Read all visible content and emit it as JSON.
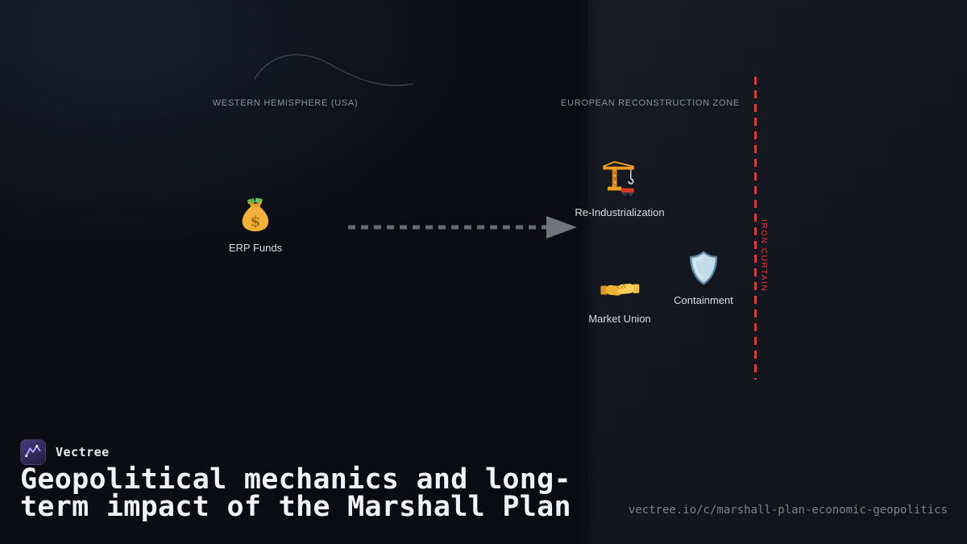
{
  "diagram": {
    "regions": [
      {
        "label": "WESTERN HEMISPHERE (USA)"
      },
      {
        "label": "EUROPEAN RECONSTRUCTION ZONE"
      }
    ],
    "nodes": [
      {
        "icon": "money-bag-icon",
        "label": "ERP Funds"
      },
      {
        "icon": "crane-icon",
        "label": "Re-Industrialization"
      },
      {
        "icon": "handshake-icon",
        "label": "Market Union"
      },
      {
        "icon": "shield-icon",
        "label": "Containment"
      }
    ],
    "iron_curtain": {
      "label": "IRON CURTAIN",
      "color": "#e53935"
    },
    "arrow_color": "#6a6f78"
  },
  "footer": {
    "brand": "Vectree",
    "title": "Geopolitical mechanics and long-term impact of the Marshall Plan",
    "url": "vectree.io/c/marshall-plan-economic-geopolitics"
  }
}
